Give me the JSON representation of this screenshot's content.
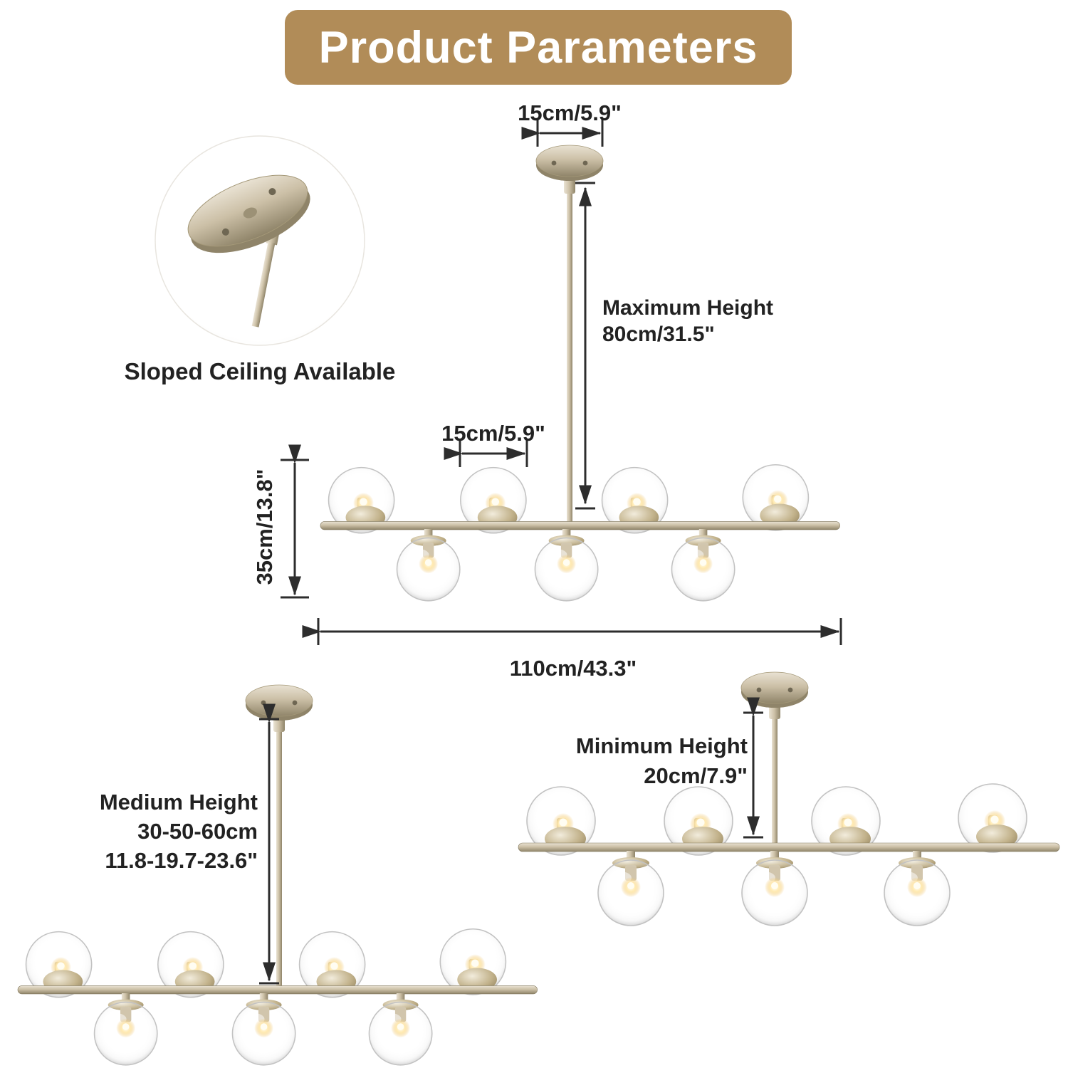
{
  "title": {
    "text": "Product Parameters"
  },
  "theme": {
    "banner_bg": "#b18c58",
    "banner_text": "#ffffff",
    "dimension_color": "#2d2d2d",
    "metal_color": "#c7bca4"
  },
  "inset": {
    "label": "Sloped Ceiling Available"
  },
  "views": {
    "main": {
      "canopy_width": "15cm/5.9\"",
      "max_height": {
        "label": "Maximum Height",
        "value": "80cm/31.5\""
      },
      "globe_spacing": "15cm/5.9\"",
      "fixture_height": "35cm/13.8\"",
      "fixture_width": "110cm/43.3\""
    },
    "medium": {
      "label": "Medium Height",
      "value_cm": "30-50-60cm",
      "value_inch": "11.8-19.7-23.6\""
    },
    "minimum": {
      "label": "Minimum Height",
      "value": "20cm/7.9\""
    }
  }
}
